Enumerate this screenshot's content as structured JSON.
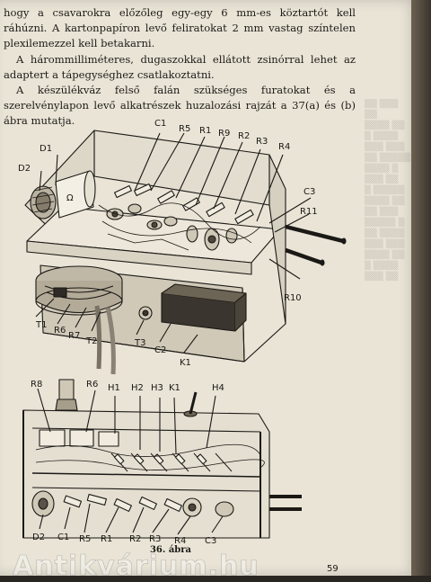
{
  "paragraphs": [
    "hogy a csavarokra előzőleg egy-egy 6 mm-es köztartót kell ráhúzni. A kartonpapíron levő feliratokat 2 mm vastag színtelen plexilemezzel kell betakarni.",
    "A hárommilliméteres, dugaszokkal ellátott zsinórral lehet az adaptert a tápegységhez csatlakoztatni.",
    "A készülékváz felső falán szükséges furatokat és a szerelvénylapon levő alkatrészek huzalozási rajzát a 37(a) és (b) ábra mutatja."
  ],
  "figure_top_labels": {
    "c1": "C1",
    "r5": "R5",
    "r1": "R1",
    "r9": "R9",
    "r2": "R2",
    "r3": "R3",
    "r4": "R4",
    "d1": "D1",
    "d2": "D2",
    "c3": "C3",
    "r11": "R11",
    "r10": "R10",
    "t1": "T1",
    "r6": "R6",
    "r7": "R7",
    "t2": "T2",
    "t3": "T3",
    "c2": "C2",
    "k1": "K1"
  },
  "figure_bottom_labels": {
    "r8": "R8",
    "r6": "R6",
    "h1": "H1",
    "h2": "H2",
    "h3": "H3",
    "k1": "K1",
    "h4": "H4",
    "d2": "D2",
    "c1": "C1",
    "r5": "R5",
    "r1": "R1",
    "r2": "R2",
    "r3": "R3",
    "r4": "R4",
    "c3": "C3"
  },
  "caption": "36. ábra",
  "page_number": "59",
  "watermark": "Antikvárium.hu"
}
